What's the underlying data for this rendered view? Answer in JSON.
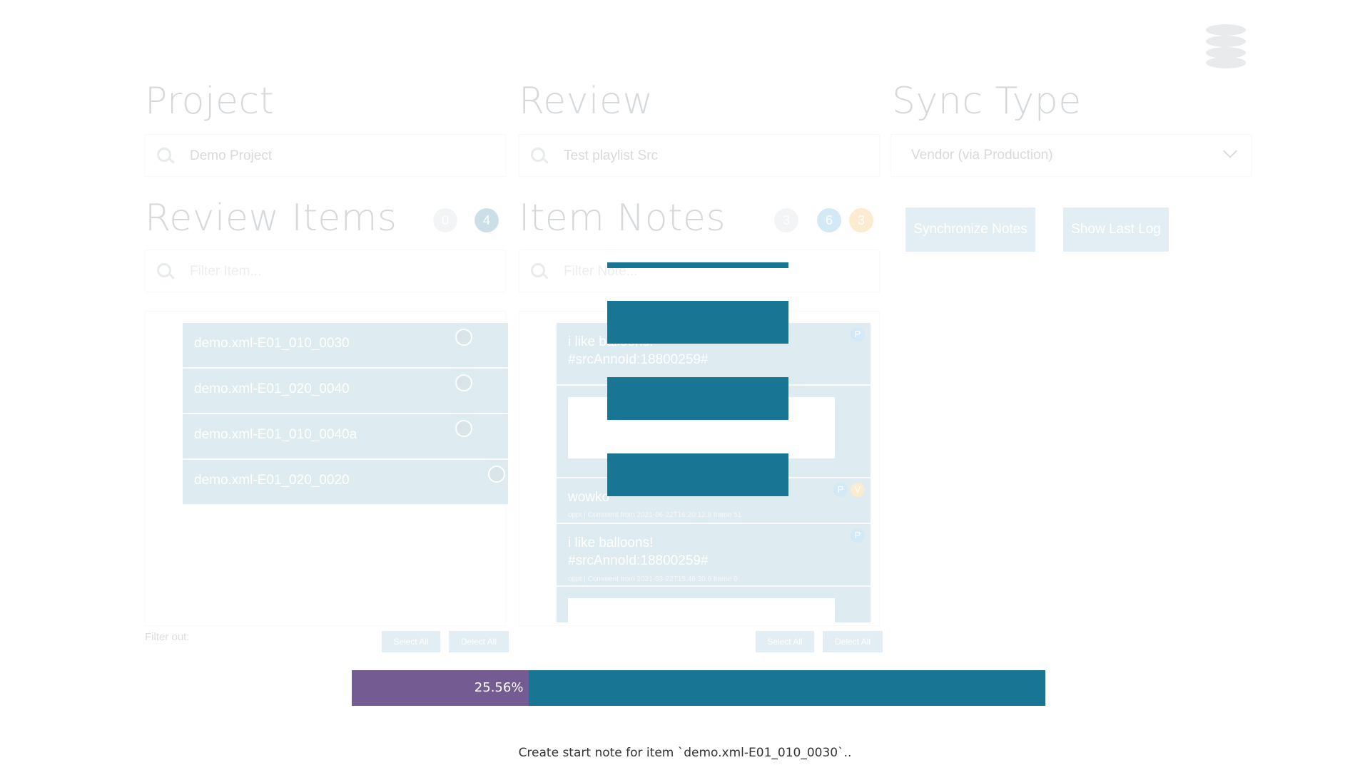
{
  "headings": {
    "project": "Project",
    "review": "Review",
    "sync_type": "Sync Type",
    "review_items": "Review Items",
    "item_notes": "Item Notes"
  },
  "project_search": {
    "value": "Demo Project"
  },
  "review_search": {
    "value": "Test playlist Src"
  },
  "sync_type": {
    "selected": "Vendor (via Production)"
  },
  "review_items_badges": [
    "0",
    "4"
  ],
  "item_notes_badges": [
    "3",
    "6",
    "3"
  ],
  "filter_item": {
    "placeholder": "Filter Item..."
  },
  "filter_note": {
    "placeholder": "Filter Note..."
  },
  "buttons": {
    "synchronize": "Synchronize Notes",
    "show_log": "Show Last Log",
    "select_all": "Select All",
    "deselect_all": "Delect All"
  },
  "filter_out_label": "Filter out:",
  "review_items": [
    {
      "label": "demo.xml-E01_010_0030"
    },
    {
      "label": "demo.xml-E01_020_0040"
    },
    {
      "label": "demo.xml-E01_010_0040a"
    },
    {
      "label": "demo.xml-E01_020_0020"
    }
  ],
  "notes": [
    {
      "text1": "i like balloons!",
      "text2": "#srcAnnoId:18800259#",
      "badge": "P"
    },
    {
      "text1": "wowko",
      "meta": "oppt | Comment from 2021-06-22T16:20:12.8 frame 51",
      "badge": "P",
      "badge2": "V"
    },
    {
      "text1": "i like balloons!",
      "text2": "#srcAnnoId:18800259#",
      "meta": "oppt | Comment from 2021-03-22T15:46:30.6 frame 0",
      "badge": "P"
    }
  ],
  "progress": {
    "percent_label": "25.56%",
    "fraction": 0.2556
  },
  "status_message": "Create start note for item `demo.xml-E01_010_0030`..",
  "colors": {
    "accent": "#187593",
    "progress_fill": "#745c93"
  },
  "icons": {
    "database": "database-icon",
    "search": "search-icon",
    "chevron": "chevron-down-icon"
  }
}
